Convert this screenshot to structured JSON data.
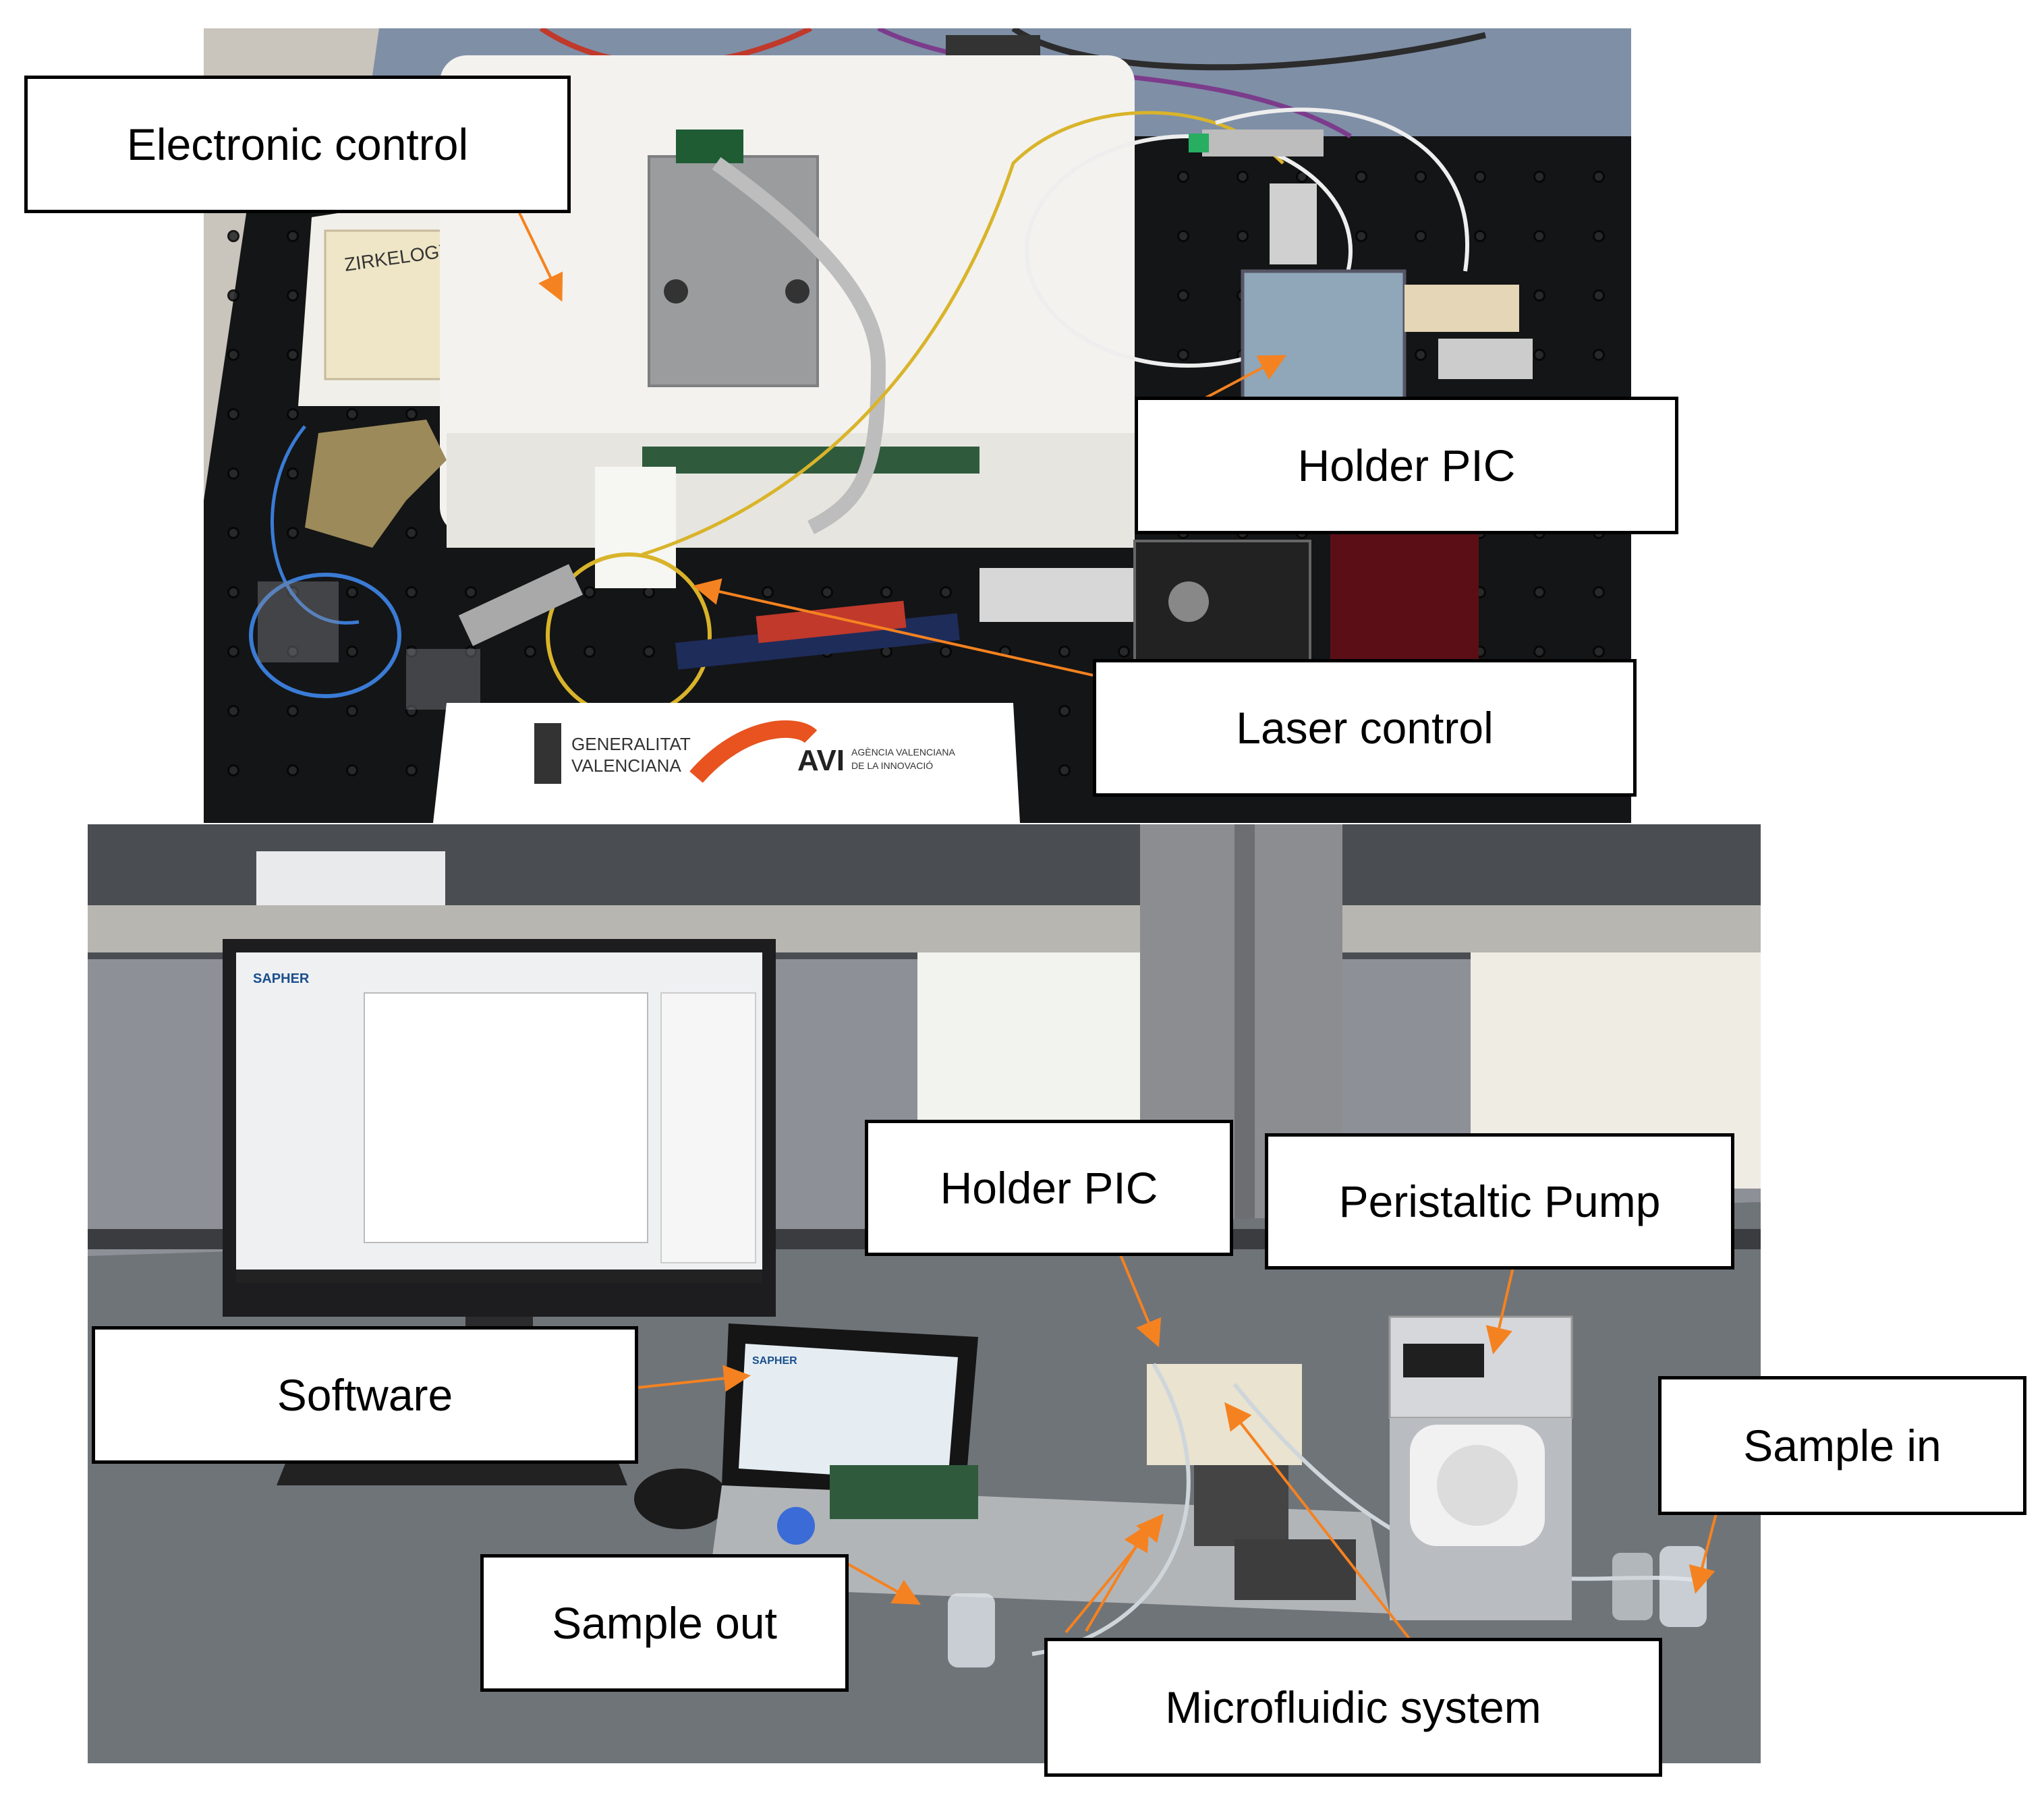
{
  "figure": {
    "accent_color": "#f58220",
    "top_photo": {
      "labels": {
        "electronic_control": "Electronic control",
        "holder_pic": "Holder PIC",
        "laser_control": "Laser control"
      },
      "logo_text": {
        "generalitat": "GENERALITAT",
        "valenciana": "VALENCIANA",
        "avi": "AVI",
        "avi_sub1": "AGÈNCIA VALENCIANA",
        "avi_sub2": "DE LA INNOVACIÓ"
      },
      "tape_text": "ZIRKELOGY"
    },
    "bottom_photo": {
      "labels": {
        "holder_pic": "Holder PIC",
        "peristaltic_pump": "Peristaltic Pump",
        "software": "Software",
        "sample_in": "Sample in",
        "sample_out": "Sample out",
        "microfluidic_system": "Microfluidic system"
      },
      "screen_brand": "SAPHER"
    }
  }
}
